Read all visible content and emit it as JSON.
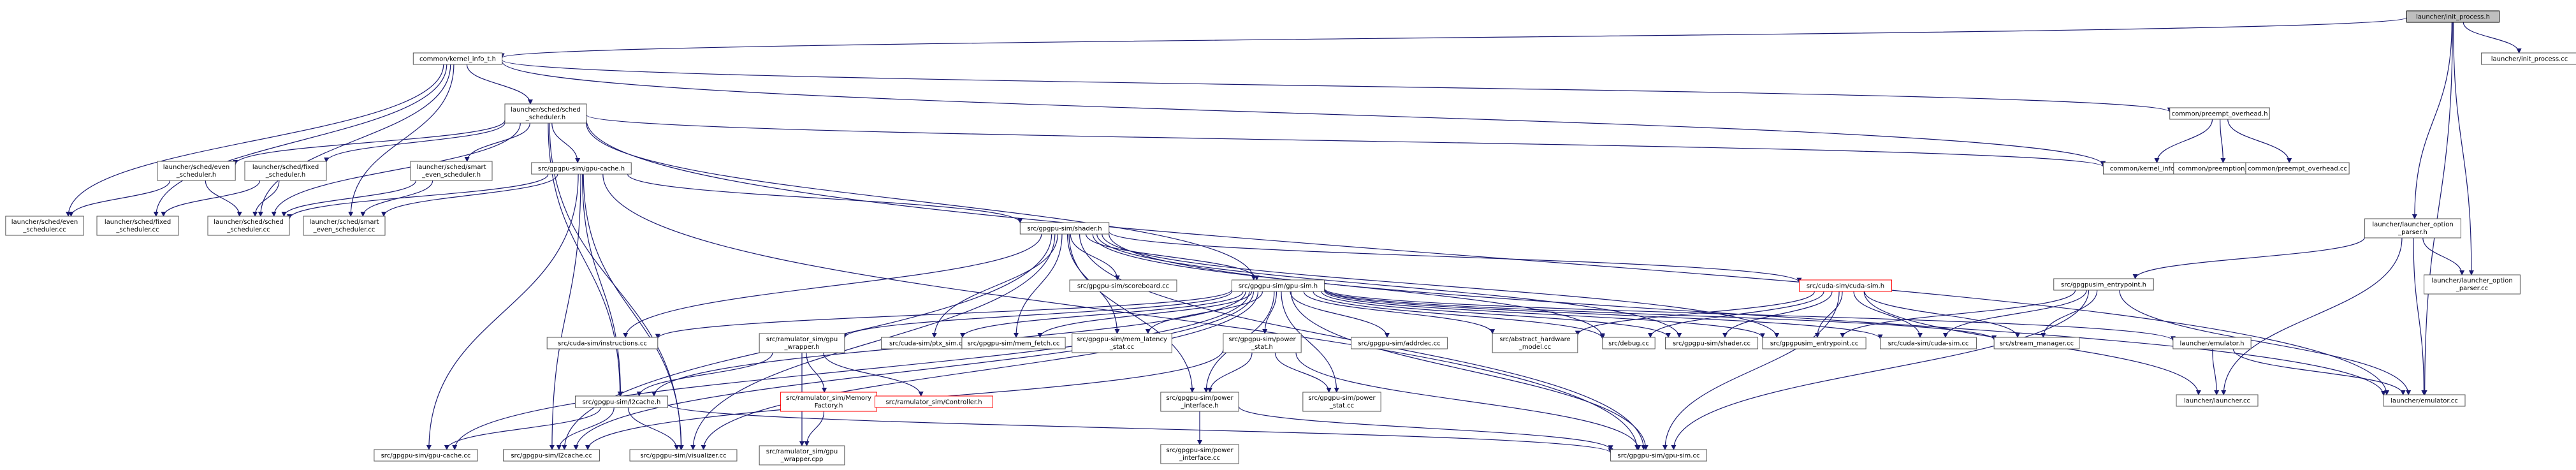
{
  "diagram": {
    "nodes": [
      {
        "id": "n_root",
        "lines": [
          "launcher/init_process.h"
        ],
        "root": true
      },
      {
        "id": "n_cc",
        "lines": [
          "launcher/init_process.cc"
        ]
      },
      {
        "id": "n_ktrh",
        "lines": [
          "common/kernel_info_t.h"
        ]
      },
      {
        "id": "n_sch",
        "lines": [
          "launcher/sched/sched",
          "_scheduler.h"
        ]
      },
      {
        "id": "n_preh",
        "lines": [
          "common/preempt_overhead.h"
        ]
      },
      {
        "id": "n_ktrcc",
        "lines": [
          "common/kernel_info_t.cc"
        ]
      },
      {
        "id": "n_pinfo",
        "lines": [
          "common/preemption_info.cc"
        ]
      },
      {
        "id": "n_pocc",
        "lines": [
          "common/preempt_overhead.cc"
        ]
      },
      {
        "id": "n_sevh",
        "lines": [
          "launcher/sched/even",
          "_scheduler.h"
        ]
      },
      {
        "id": "n_sfxh",
        "lines": [
          "launcher/sched/fixed",
          "_scheduler.h"
        ]
      },
      {
        "id": "n_ssmh",
        "lines": [
          "launcher/sched/smart",
          "_even_scheduler.h"
        ]
      },
      {
        "id": "n_gcch",
        "lines": [
          "src/gpgpu-sim/gpu-cache.h"
        ]
      },
      {
        "id": "n_shdh",
        "lines": [
          "src/gpgpu-sim/shader.h"
        ]
      },
      {
        "id": "n_loh",
        "lines": [
          "launcher/launcher_option",
          "_parser.h"
        ]
      },
      {
        "id": "n_sevcc",
        "lines": [
          "launcher/sched/even",
          "_scheduler.cc"
        ]
      },
      {
        "id": "n_sfxcc",
        "lines": [
          "launcher/sched/fixed",
          "_scheduler.cc"
        ]
      },
      {
        "id": "n_schcc",
        "lines": [
          "launcher/sched/sched",
          "_scheduler.cc"
        ]
      },
      {
        "id": "n_ssmcc",
        "lines": [
          "launcher/sched/smart",
          "_even_scheduler.cc"
        ]
      },
      {
        "id": "n_score",
        "lines": [
          "src/gpgpu-sim/scoreboard.cc"
        ]
      },
      {
        "id": "n_cudash",
        "lines": [
          "src/cuda-sim/cuda-sim.h"
        ],
        "red": true
      },
      {
        "id": "n_gsh",
        "lines": [
          "src/gpgpu-sim/gpu-sim.h"
        ]
      },
      {
        "id": "n_entryh",
        "lines": [
          "src/gpgpusim_entrypoint.h"
        ]
      },
      {
        "id": "n_locc",
        "lines": [
          "launcher/launcher_option",
          "_parser.cc"
        ]
      },
      {
        "id": "n_instcc",
        "lines": [
          "src/cuda-sim/instructions.cc"
        ]
      },
      {
        "id": "n_ramw",
        "lines": [
          "src/ramulator_sim/gpu",
          "_wrapper.h"
        ]
      },
      {
        "id": "n_ptxsim",
        "lines": [
          "src/cuda-sim/ptx_sim.cc"
        ]
      },
      {
        "id": "n_memfetch",
        "lines": [
          "src/gpgpu-sim/mem_fetch.cc"
        ]
      },
      {
        "id": "n_memlat",
        "lines": [
          "src/gpgpu-sim/mem_latency",
          "_stat.cc"
        ]
      },
      {
        "id": "n_pwrstath",
        "lines": [
          "src/gpgpu-sim/power",
          "_stat.h"
        ]
      },
      {
        "id": "n_addrdec",
        "lines": [
          "src/gpgpu-sim/addrdec.cc"
        ]
      },
      {
        "id": "n_abshw",
        "lines": [
          "src/abstract_hardware",
          "_model.cc"
        ]
      },
      {
        "id": "n_dbg",
        "lines": [
          "src/debug.cc"
        ]
      },
      {
        "id": "n_shdcc",
        "lines": [
          "src/gpgpu-sim/shader.cc"
        ]
      },
      {
        "id": "n_entrycc",
        "lines": [
          "src/gpgpusim_entrypoint.cc"
        ]
      },
      {
        "id": "n_cudacc",
        "lines": [
          "src/cuda-sim/cuda-sim.cc"
        ]
      },
      {
        "id": "n_streammgr",
        "lines": [
          "src/stream_manager.cc"
        ]
      },
      {
        "id": "n_emuh",
        "lines": [
          "launcher/emulator.h"
        ]
      },
      {
        "id": "n_memfactory",
        "lines": [
          "src/ramulator_sim/Memory",
          "Factory.h"
        ],
        "red": true
      },
      {
        "id": "n_ctrl",
        "lines": [
          "src/ramulator_sim/Controller.h"
        ],
        "red": true
      },
      {
        "id": "n_l2h",
        "lines": [
          "src/gpgpu-sim/l2cache.h"
        ]
      },
      {
        "id": "n_pwrifh",
        "lines": [
          "src/gpgpu-sim/power",
          "_interface.h"
        ]
      },
      {
        "id": "n_pwrstatcc",
        "lines": [
          "src/gpgpu-sim/power",
          "_stat.cc"
        ]
      },
      {
        "id": "n_launchcc",
        "lines": [
          "launcher/launcher.cc"
        ]
      },
      {
        "id": "n_emucc",
        "lines": [
          "launcher/emulator.cc"
        ]
      },
      {
        "id": "n_gcccc",
        "lines": [
          "src/gpgpu-sim/gpu-cache.cc"
        ]
      },
      {
        "id": "n_l2cc",
        "lines": [
          "src/gpgpu-sim/l2cache.cc"
        ]
      },
      {
        "id": "n_viscc",
        "lines": [
          "src/gpgpu-sim/visualizer.cc"
        ]
      },
      {
        "id": "n_gscc",
        "lines": [
          "src/gpgpu-sim/gpu-sim.cc"
        ]
      },
      {
        "id": "n_ramwcpp",
        "lines": [
          "src/ramulator_sim/gpu",
          "_wrapper.cpp"
        ]
      },
      {
        "id": "n_pwrifcc",
        "lines": [
          "src/gpgpu-sim/power",
          "_interface.cc"
        ]
      }
    ]
  }
}
